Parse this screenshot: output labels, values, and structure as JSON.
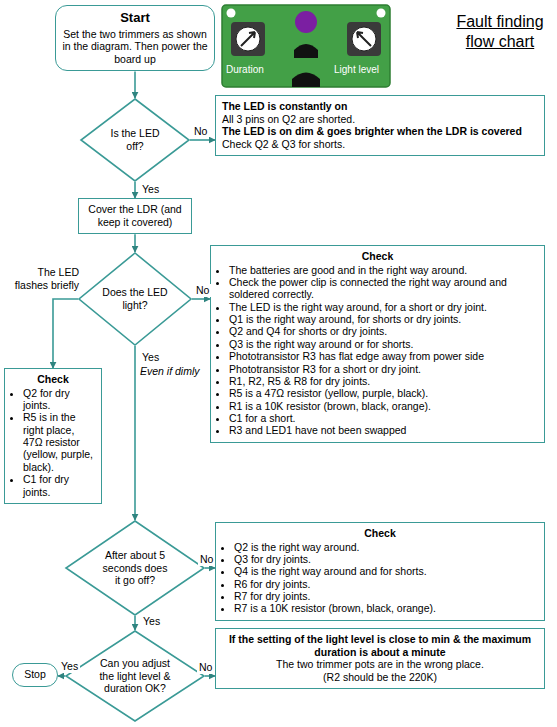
{
  "diagram": {
    "title": "Fault finding flow chart",
    "nodes": [
      {
        "text": [
          "Start",
          "Set the two trimmers as shown in the diagram. Then power the board up"
        ]
      },
      {
        "text": [
          "Is the LED off?"
        ]
      },
      {
        "text": [
          "The LED is constantly on",
          "All 3 pins on Q2 are shorted.",
          "The LED is on dim & goes brighter when the LDR is covered",
          "Check Q2 & Q3 for shorts."
        ]
      },
      {
        "text": [
          "Cover the LDR (and keep it covered)"
        ]
      },
      {
        "text": [
          "Does the LED light?"
        ]
      },
      {
        "text": [
          "Check",
          "Q2 for dry joints.",
          "R5 is in the right place, 47Ω resistor (yellow, purple, black).",
          "C1 for dry joints."
        ]
      },
      {
        "text": [
          "Check",
          "The batteries are good and in the right way around.",
          "Check the power clip is connected the right way around and soldered correctly.",
          "The LED is the right way around, for a short or dry joint.",
          "Q1 is the right way around, for shorts or dry joints.",
          "Q2 and Q4 for shorts or dry joints.",
          "Q3 is the right way around or for shorts.",
          "Phototransistor R3 has flat edge away from power side",
          "Phototransistor R3 for a short or dry joint.",
          "R1, R2, R5 & R8 for dry joints.",
          "R5 is a 47Ω resistor (yellow, purple, black).",
          "R1 is a 10K resistor (brown, black, orange).",
          "C1 for a short.",
          "R3 and LED1 have not been swapped"
        ]
      },
      {
        "text": [
          "After about 5 seconds does it go off?"
        ]
      },
      {
        "text": [
          "Check",
          "Q2 is the right way around.",
          "Q3 for dry joints.",
          "Q4 is the right way around and for shorts.",
          "R6 for dry joints.",
          "R7 for dry joints.",
          "R7 is a 10K resistor (brown, black, orange)."
        ]
      },
      {
        "text": [
          "Can you adjust the light level & duration OK?"
        ]
      },
      {
        "text": [
          "Stop"
        ]
      },
      {
        "text": [
          "If the setting of the light level is close to min & the maximum duration is about a minute",
          "The two trimmer pots are in the wrong place.",
          "(R2 should be the 220K)"
        ]
      }
    ],
    "edges": [
      {
        "from": 0,
        "to": 1,
        "arrow": "to"
      },
      {
        "from": 1,
        "to": 2,
        "label": "No",
        "arrow": "to"
      },
      {
        "from": 1,
        "to": 3,
        "label": "Yes",
        "arrow": "to"
      },
      {
        "from": 3,
        "to": 4,
        "arrow": "to"
      },
      {
        "from": 4,
        "to": 5,
        "label": "The LED flashes briefly",
        "arrow": "to"
      },
      {
        "from": 4,
        "to": 6,
        "label": "No",
        "arrow": "to"
      },
      {
        "from": 4,
        "to": 7,
        "label": "Yes",
        "arrow": "to"
      },
      {
        "from": 7,
        "to": 8,
        "label": "No",
        "arrow": "to"
      },
      {
        "from": 7,
        "to": 9,
        "label": "Yes",
        "arrow": "to"
      },
      {
        "from": 9,
        "to": 10,
        "label": "Yes",
        "arrow": "to"
      },
      {
        "from": 9,
        "to": 11,
        "label": "No",
        "arrow": "to"
      }
    ],
    "labels": [
      "Duration",
      "Light level",
      "Even if dimly"
    ]
  }
}
